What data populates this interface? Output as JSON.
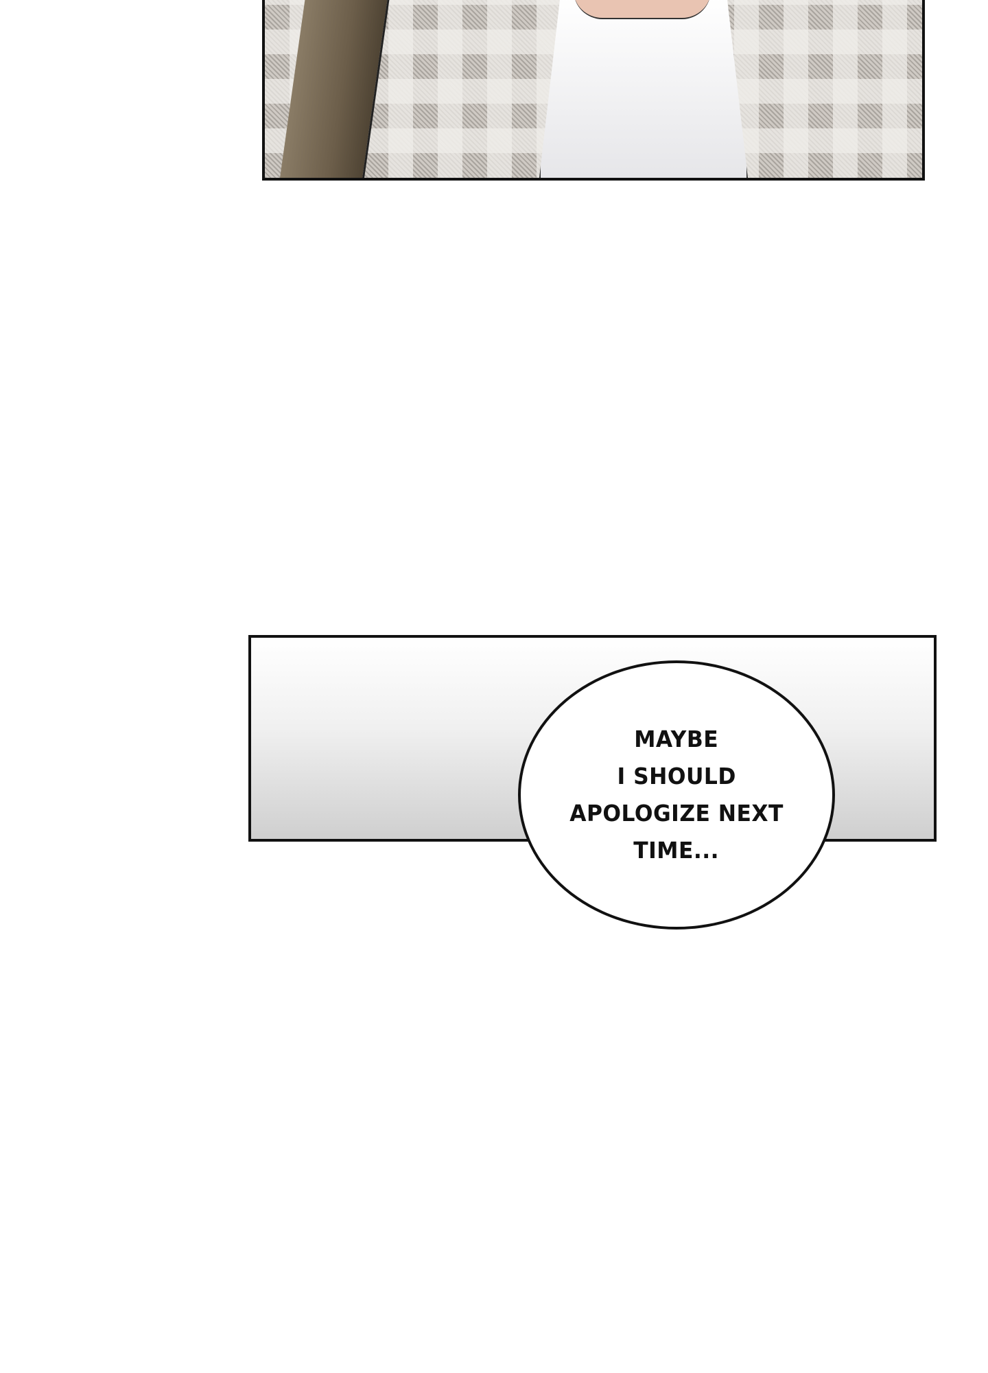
{
  "panels": [
    {
      "name": "top-panel",
      "description_visible": false
    },
    {
      "name": "gradient-panel"
    }
  ],
  "speech_bubble": {
    "lines": [
      "MAYBE",
      "I SHOULD",
      "APOLOGIZE NEXT",
      "TIME..."
    ]
  }
}
